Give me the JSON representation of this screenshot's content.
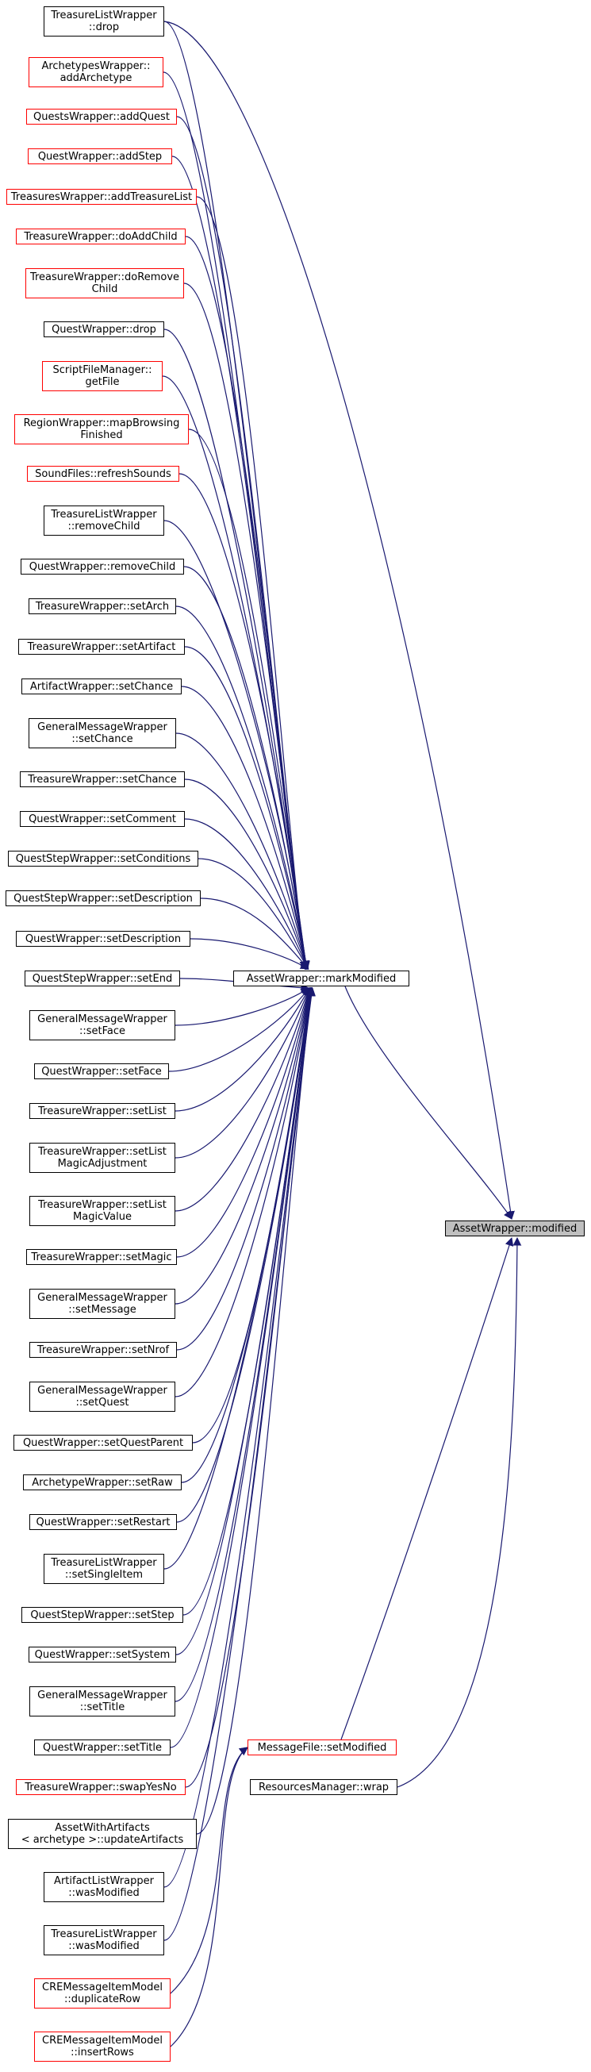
{
  "graph": {
    "edge_color": "#191970",
    "incomplete_border_color": "#ff0000",
    "target_fill": "#bfbfbf",
    "target": "AssetWrapper::modified",
    "hub": "AssetWrapper::markModified",
    "hub_callers": [
      {
        "id": "n1",
        "label": "TreasureListWrapper\n::drop",
        "incomplete": false
      },
      {
        "id": "n2",
        "label": "ArchetypesWrapper::\naddArchetype",
        "incomplete": true
      },
      {
        "id": "n3",
        "label": "QuestsWrapper::addQuest",
        "incomplete": true
      },
      {
        "id": "n4",
        "label": "QuestWrapper::addStep",
        "incomplete": true
      },
      {
        "id": "n5",
        "label": "TreasuresWrapper::addTreasureList",
        "incomplete": true
      },
      {
        "id": "n6",
        "label": "TreasureWrapper::doAddChild",
        "incomplete": true
      },
      {
        "id": "n7",
        "label": "TreasureWrapper::doRemove\nChild",
        "incomplete": true
      },
      {
        "id": "n8",
        "label": "QuestWrapper::drop",
        "incomplete": false
      },
      {
        "id": "n9",
        "label": "ScriptFileManager::\ngetFile",
        "incomplete": true
      },
      {
        "id": "n10",
        "label": "RegionWrapper::mapBrowsing\nFinished",
        "incomplete": true
      },
      {
        "id": "n11",
        "label": "SoundFiles::refreshSounds",
        "incomplete": true
      },
      {
        "id": "n12",
        "label": "TreasureListWrapper\n::removeChild",
        "incomplete": false
      },
      {
        "id": "n13",
        "label": "QuestWrapper::removeChild",
        "incomplete": false
      },
      {
        "id": "n14",
        "label": "TreasureWrapper::setArch",
        "incomplete": false
      },
      {
        "id": "n15",
        "label": "TreasureWrapper::setArtifact",
        "incomplete": false
      },
      {
        "id": "n16",
        "label": "ArtifactWrapper::setChance",
        "incomplete": false
      },
      {
        "id": "n17",
        "label": "GeneralMessageWrapper\n::setChance",
        "incomplete": false
      },
      {
        "id": "n18",
        "label": "TreasureWrapper::setChance",
        "incomplete": false
      },
      {
        "id": "n19",
        "label": "QuestWrapper::setComment",
        "incomplete": false
      },
      {
        "id": "n20",
        "label": "QuestStepWrapper::setConditions",
        "incomplete": false
      },
      {
        "id": "n21",
        "label": "QuestStepWrapper::setDescription",
        "incomplete": false
      },
      {
        "id": "n22",
        "label": "QuestWrapper::setDescription",
        "incomplete": false
      },
      {
        "id": "n23",
        "label": "QuestStepWrapper::setEnd",
        "incomplete": false
      },
      {
        "id": "n24",
        "label": "GeneralMessageWrapper\n::setFace",
        "incomplete": false
      },
      {
        "id": "n25",
        "label": "QuestWrapper::setFace",
        "incomplete": false
      },
      {
        "id": "n26",
        "label": "TreasureWrapper::setList",
        "incomplete": false
      },
      {
        "id": "n27",
        "label": "TreasureWrapper::setList\nMagicAdjustment",
        "incomplete": false
      },
      {
        "id": "n28",
        "label": "TreasureWrapper::setList\nMagicValue",
        "incomplete": false
      },
      {
        "id": "n29",
        "label": "TreasureWrapper::setMagic",
        "incomplete": false
      },
      {
        "id": "n30",
        "label": "GeneralMessageWrapper\n::setMessage",
        "incomplete": false
      },
      {
        "id": "n31",
        "label": "TreasureWrapper::setNrof",
        "incomplete": false
      },
      {
        "id": "n32",
        "label": "GeneralMessageWrapper\n::setQuest",
        "incomplete": false
      },
      {
        "id": "n33",
        "label": "QuestWrapper::setQuestParent",
        "incomplete": false
      },
      {
        "id": "n34",
        "label": "ArchetypeWrapper::setRaw",
        "incomplete": false
      },
      {
        "id": "n35",
        "label": "QuestWrapper::setRestart",
        "incomplete": false
      },
      {
        "id": "n36",
        "label": "TreasureListWrapper\n::setSingleItem",
        "incomplete": false
      },
      {
        "id": "n37",
        "label": "QuestStepWrapper::setStep",
        "incomplete": false
      },
      {
        "id": "n38",
        "label": "QuestWrapper::setSystem",
        "incomplete": false
      },
      {
        "id": "n39",
        "label": "GeneralMessageWrapper\n::setTitle",
        "incomplete": false
      },
      {
        "id": "n40",
        "label": "QuestWrapper::setTitle",
        "incomplete": false
      },
      {
        "id": "n41",
        "label": "TreasureWrapper::swapYesNo",
        "incomplete": true
      },
      {
        "id": "n42",
        "label": "AssetWithArtifacts\n< archetype >::updateArtifacts",
        "incomplete": false
      },
      {
        "id": "n43",
        "label": "ArtifactListWrapper\n::wasModified",
        "incomplete": false
      },
      {
        "id": "n44",
        "label": "TreasureListWrapper\n::wasModified",
        "incomplete": false
      }
    ],
    "set_modified": "MessageFile::setModified",
    "set_modified_callers": [
      {
        "id": "n45",
        "label": "CREMessageItemModel\n::duplicateRow",
        "incomplete": true
      },
      {
        "id": "n46",
        "label": "CREMessageItemModel\n::insertRows",
        "incomplete": true
      }
    ],
    "wrap": "ResourcesManager::wrap"
  }
}
